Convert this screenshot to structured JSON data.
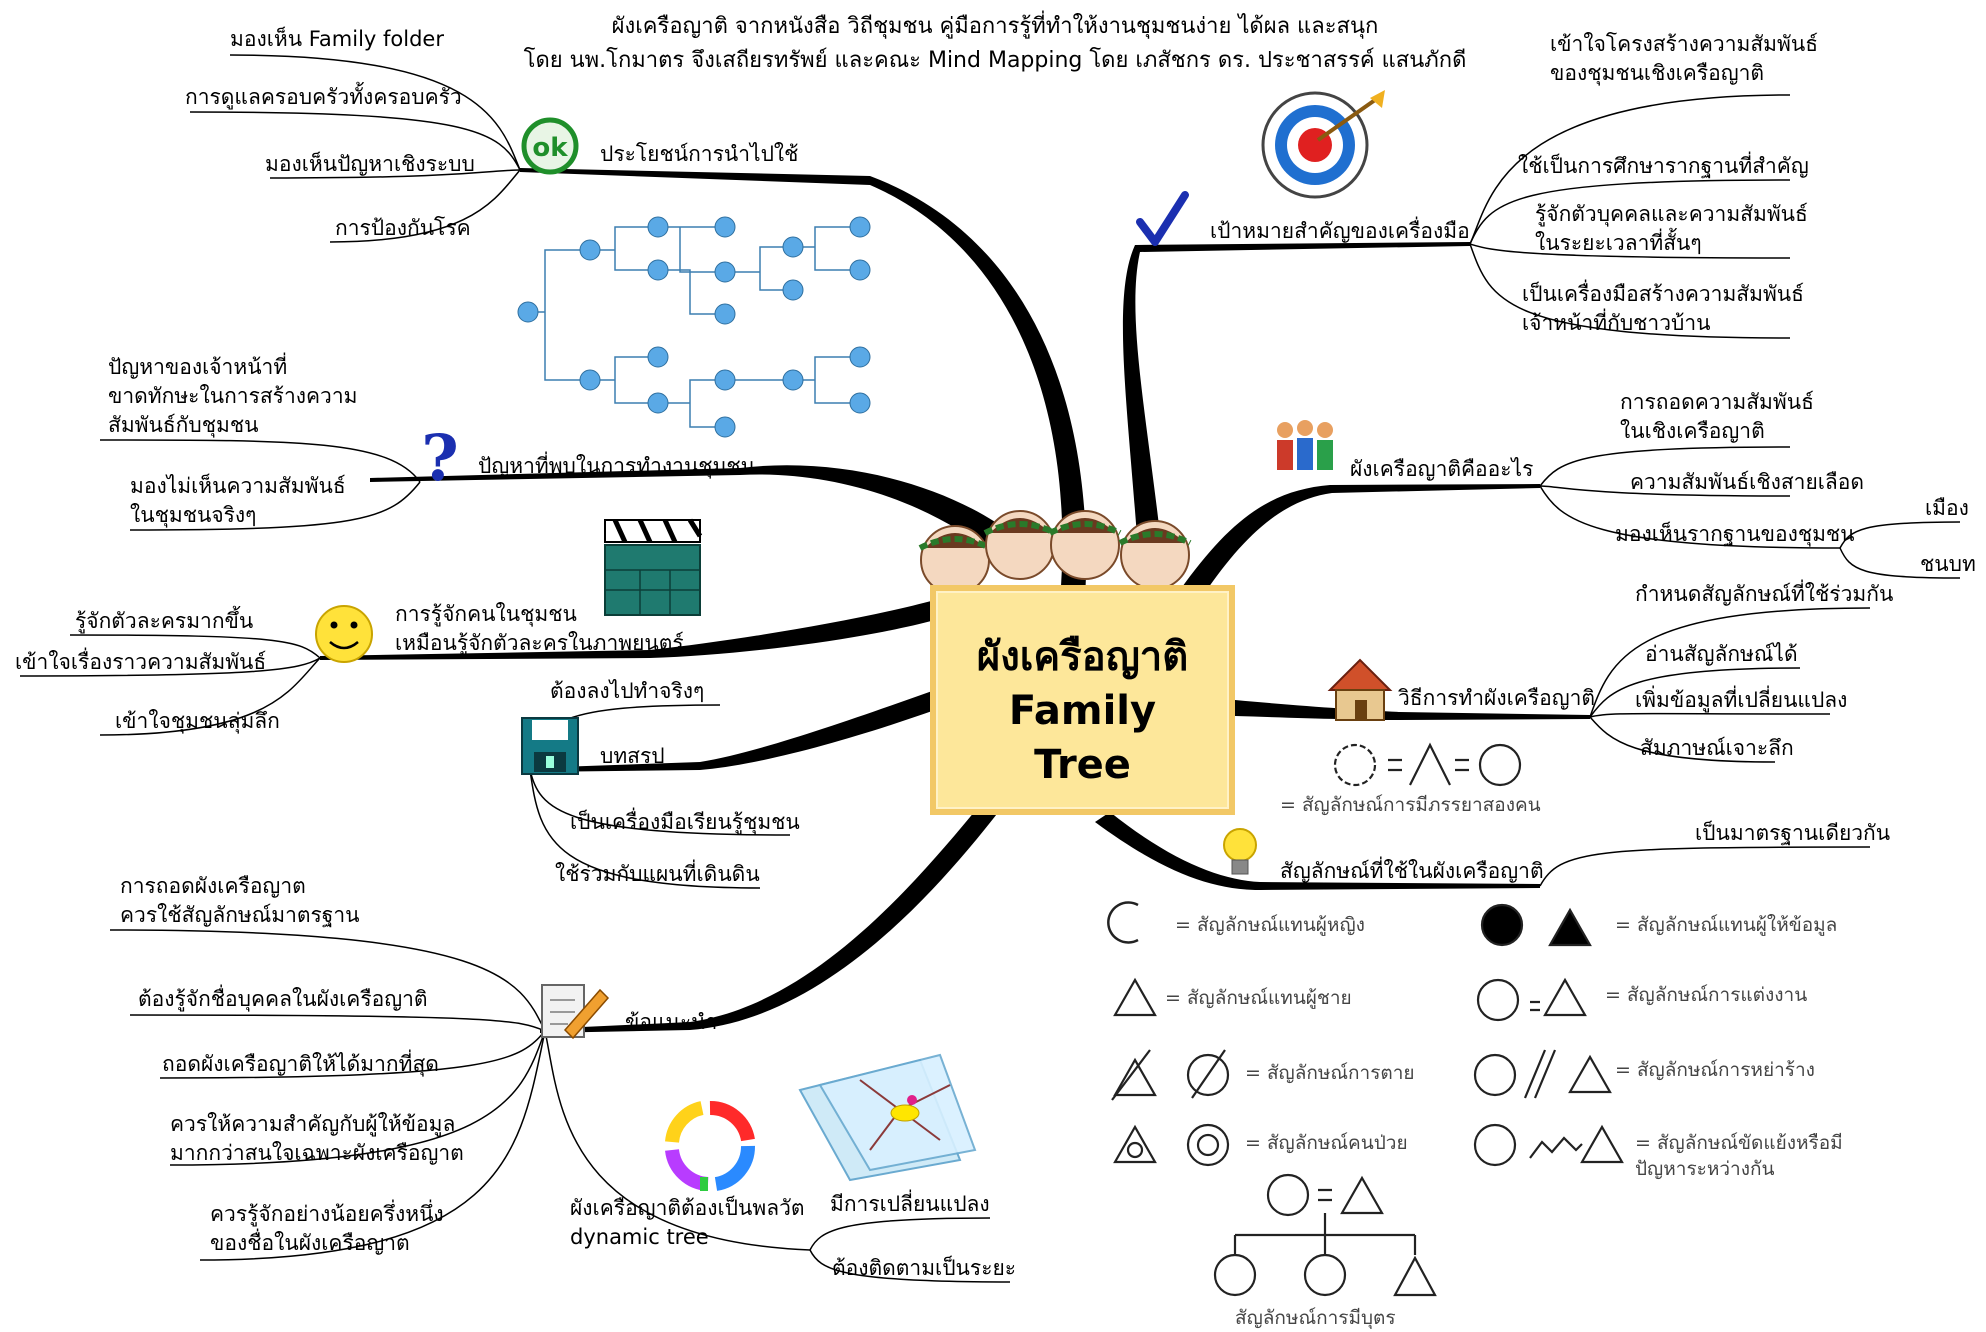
{
  "header": {
    "line1": "ผังเครือญาติ จากหนังสือ วิถีชุมชน คู่มือการรู้ที่ทำให้งานชุมชนง่าย ได้ผล และสนุก",
    "line2": "โดย นพ.โกมาตร จึงเสถียรทรัพย์ และคณะ Mind Mapping โดย เภสัชกร ดร. ประชาสรรค์ แสนภักดี"
  },
  "center": {
    "title_th": "ผังเครือญาติ",
    "title_en_1": "Family",
    "title_en_2": "Tree"
  },
  "branches": {
    "benefits": {
      "label": "ประโยชน์การนำไปใช้",
      "items": [
        "มองเห็น Family folder",
        "การดูแลครอบครัวทั้งครอบครัว",
        "มองเห็นปัญหาเชิงระบบ",
        "การป้องกันโรค"
      ]
    },
    "problems": {
      "label": "ปัญหาที่พบในการทำงานชุมชน",
      "items": [
        "ปัญหาของเจ้าหน้าที่\nขาดทักษะในการสร้างความ\nสัมพันธ์กับชุมชน",
        "มองไม่เห็นความสัมพันธ์\nในชุมชนจริงๆ"
      ]
    },
    "knowing": {
      "label": "การรู้จักคนในชุมชน\nเหมือนรู้จักตัวละครในภาพยนตร์",
      "items": [
        "รู้จักตัวละครมากขึ้น",
        "เข้าใจเรื่องราวความสัมพันธ์",
        "เข้าใจชุมชนลุ่มลึก"
      ]
    },
    "summary": {
      "label": "บทสรุป",
      "items": [
        "ต้องลงไปทำจริงๆ",
        "เป็นเครื่องมือเรียนรู้ชุมชน",
        "ใช้ร่วมกับแผนที่เดินดิน"
      ]
    },
    "advice": {
      "label": "ข้อแนะนำ",
      "items": [
        "การถอดผังเครือญาต\nควรใช้สัญลักษณ์มาตรฐาน",
        "ต้องรู้จักชื่อบุคคลในผังเครือญาติ",
        "ถอดผังเครือญาติให้ได้มากที่สุด",
        "ควรให้ความสำคัญกับผู้ให้ข้อมูล\nมากกว่าสนใจเฉพาะผังเครือญาต",
        "ควรรู้จักอย่างน้อยครึ่งหนึ่ง\nของชื่อในผังเครือญาต"
      ]
    },
    "dynamic": {
      "label": "ผังเครือญาติต้องเป็นพลวัต\ndynamic tree",
      "items": [
        "มีการเปลี่ยนแปลง",
        "ต้องติดตามเป็นระยะ"
      ]
    },
    "goals": {
      "label": "เป้าหมายสำคัญของเครื่องมือ",
      "items": [
        "เข้าใจโครงสร้างความสัมพันธ์\nของชุมชนเชิงเครือญาติ",
        "ใช้เป็นการศึกษารากฐานที่สำคัญ",
        "รู้จักตัวบุคคลและความสัมพันธ์\nในระยะเวลาที่สั้นๆ",
        "เป็นเครื่องมือสร้างความสัมพันธ์\nเจ้าหน้าที่กับชาวบ้าน"
      ]
    },
    "what": {
      "label": "ผังเครือญาติคืออะไร",
      "items": [
        "การถอดความสัมพันธ์\nในเชิงเครือญาติ",
        "ความสัมพันธ์เชิงสายเลือด",
        "มองเห็นรากฐานของชุมชน"
      ],
      "sub_items": [
        "เมือง",
        "ชนบท"
      ]
    },
    "method": {
      "label": "วิธีการทำผังเครือญาติ",
      "items": [
        "กำหนดสัญลักษณ์ที่ใช้ร่วมกัน",
        "อ่านสัญลักษณ์ได้",
        "เพิ่มข้อมูลที่เปลี่ยนแปลง",
        "สัมภาษณ์เจาะลึก"
      ]
    },
    "symbols": {
      "label": "สัญลักษณ์ที่ใช้ในผังเครือญาติ",
      "items": [
        "เป็นมาตรฐานเดียวกัน"
      ]
    }
  },
  "symbol_legend": {
    "polygamy": "= สัญลักษณ์การมีภรรยาสองคน",
    "female": "= สัญลักษณ์แทนผู้หญิง",
    "informant": "= สัญลักษณ์แทนผู้ให้ข้อมูล",
    "male": "= สัญลักษณ์แทนผู้ชาย",
    "marriage": "= สัญลักษณ์การแต่งงาน",
    "death": "= สัญลักษณ์การตาย",
    "divorce": "= สัญลักษณ์การหย่าร้าง",
    "sick": "= สัญลักษณ์คนป่วย",
    "conflict": "= สัญลักษณ์ขัดแย้งหรือมี\nปัญหาระหว่างกัน",
    "children": "สัญลักษณ์การมีบุตร"
  },
  "icons": {
    "ok": "ok-icon",
    "question": "question-mark-icon",
    "smile": "smiley-icon",
    "clapper": "clapperboard-icon",
    "floppy": "floppy-disk-icon",
    "note": "note-pencil-icon",
    "cycle": "cycle-arrows-icon",
    "map": "map-icon",
    "target": "target-icon",
    "check": "checkmark-icon",
    "people": "people-icon",
    "house": "house-icon",
    "bulb": "lightbulb-icon",
    "babies": "babies-icon",
    "tree": "tree-diagram-icon"
  },
  "colors": {
    "center_fill": "#fde79a",
    "center_border": "#f2c866",
    "branch": "#000000",
    "node_blue": "#5aa9e6",
    "check_blue": "#1b2fb0",
    "ok_green": "#1f8f2a"
  }
}
